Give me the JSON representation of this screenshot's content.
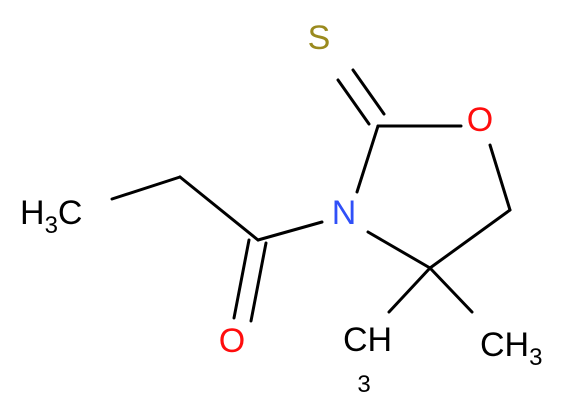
{
  "molecule": {
    "atoms": {
      "sulfur": {
        "symbol": "S",
        "color": "#9a8a1e"
      },
      "oxygen_ring": {
        "symbol": "O",
        "color": "#ff0d0d"
      },
      "nitrogen": {
        "symbol": "N",
        "color": "#3050f8"
      },
      "oxygen_carbonyl": {
        "symbol": "O",
        "color": "#ff0d0d"
      },
      "methyl_left": {
        "main": "H",
        "sub": "3",
        "tail": "C",
        "color": "#000000"
      },
      "methyl_bottom": {
        "main": "CH",
        "sub": "3",
        "color": "#000000"
      },
      "methyl_right": {
        "main": "CH",
        "sub": "3",
        "color": "#000000"
      }
    }
  }
}
